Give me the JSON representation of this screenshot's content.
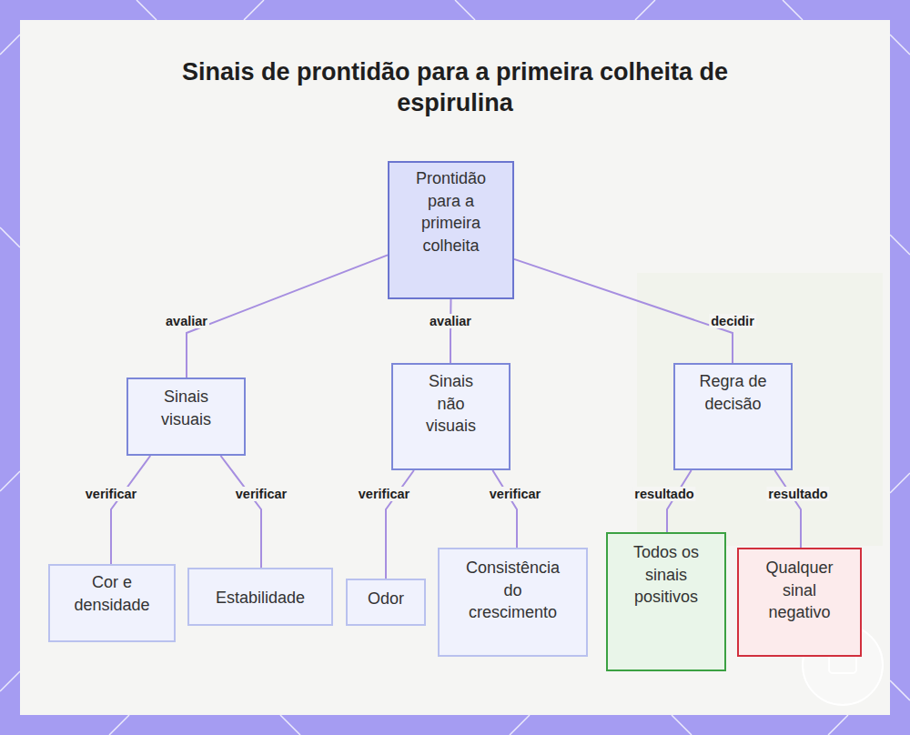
{
  "diagram": {
    "title": "Sinais de prontidão para a primeira colheita de espirulina",
    "nodes": [
      {
        "text": [
          "Prontidão para a primeira colheita"
        ]
      },
      {
        "text": [
          "Sinais visuais"
        ]
      },
      {
        "text": [
          "Sinais não visuais"
        ]
      },
      {
        "text": [
          "Regra de decisão"
        ]
      },
      {
        "text": [
          "Cor e densidade"
        ]
      },
      {
        "text": [
          "Estabilidade"
        ]
      },
      {
        "text": [
          "Odor"
        ]
      },
      {
        "text": [
          "Consistência do crescimento"
        ]
      },
      {
        "text": [
          "Todos os sinais positivos"
        ]
      },
      {
        "text": [
          "Qualquer sinal negativo"
        ]
      }
    ],
    "edges": [
      {
        "from": 0,
        "to": 1,
        "label": "avaliar",
        "arrow": "none"
      },
      {
        "from": 0,
        "to": 2,
        "label": "avaliar",
        "arrow": "none"
      },
      {
        "from": 0,
        "to": 3,
        "label": "decidir",
        "arrow": "none"
      },
      {
        "from": 1,
        "to": 4,
        "label": "verificar",
        "arrow": "none"
      },
      {
        "from": 1,
        "to": 5,
        "label": "verificar",
        "arrow": "none"
      },
      {
        "from": 2,
        "to": 6,
        "label": "verificar",
        "arrow": "none"
      },
      {
        "from": 2,
        "to": 7,
        "label": "verificar",
        "arrow": "none"
      },
      {
        "from": 3,
        "to": 8,
        "label": "resultado",
        "arrow": "none"
      },
      {
        "from": 3,
        "to": 9,
        "label": "resultado",
        "arrow": "none"
      }
    ]
  }
}
